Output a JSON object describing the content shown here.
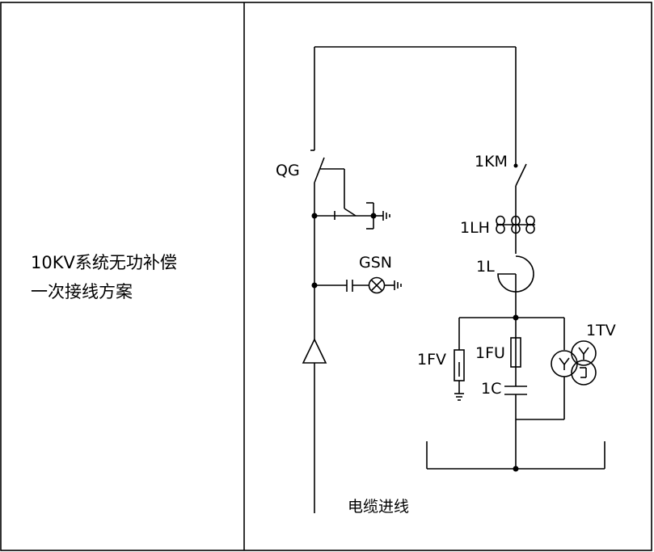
{
  "title": {
    "line1": "10KV系统无功补偿",
    "line2": "一次接线方案"
  },
  "labels": {
    "qg": "QG",
    "gsn": "GSN",
    "km": "1KM",
    "lh": "1LH",
    "l": "1L",
    "tv": "1TV",
    "fu": "1FU",
    "fv": "1FV",
    "c": "1C",
    "cable": "电缆进线"
  }
}
